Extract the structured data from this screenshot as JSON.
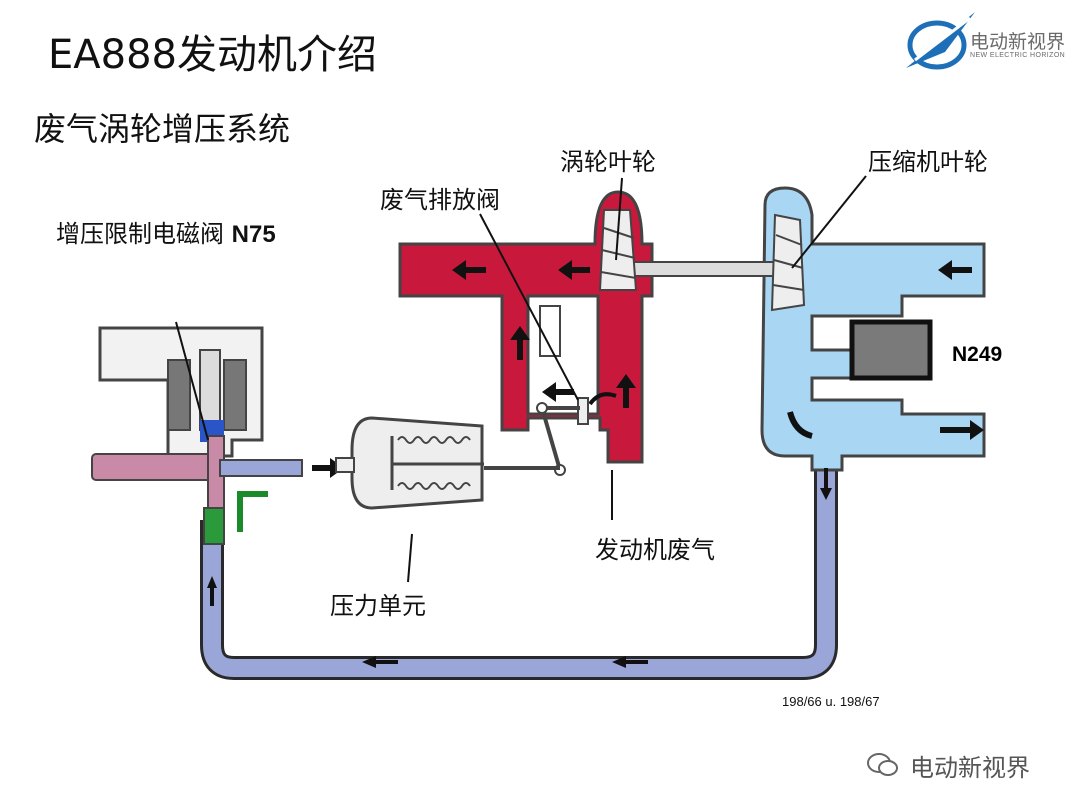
{
  "slide": {
    "title": "EA888发动机介绍",
    "subtitle": "废气涡轮增压系统"
  },
  "logo": {
    "name": "电动新视界",
    "subtitle": "NEW ELECTRIC HORIZON"
  },
  "labels": {
    "n75_text": "增压限制电磁阀 ",
    "n75_code": "N75",
    "wastegate": "废气排放阀",
    "turbine_wheel": "涡轮叶轮",
    "compressor_wheel": "压缩机叶轮",
    "n249": "N249",
    "engine_exhaust": "发动机废气",
    "pressure_unit": "压力单元"
  },
  "figure_ref": "198/66 u. 198/67",
  "watermark": "电动新视界",
  "colors": {
    "exhaust": "#c8193c",
    "intake": "#a9d6f2",
    "control_line": "#9aa6d8",
    "solenoid_pink": "#c98aa8",
    "green_line": "#1a8a2a",
    "logo_blue": "#1d6fb8"
  }
}
